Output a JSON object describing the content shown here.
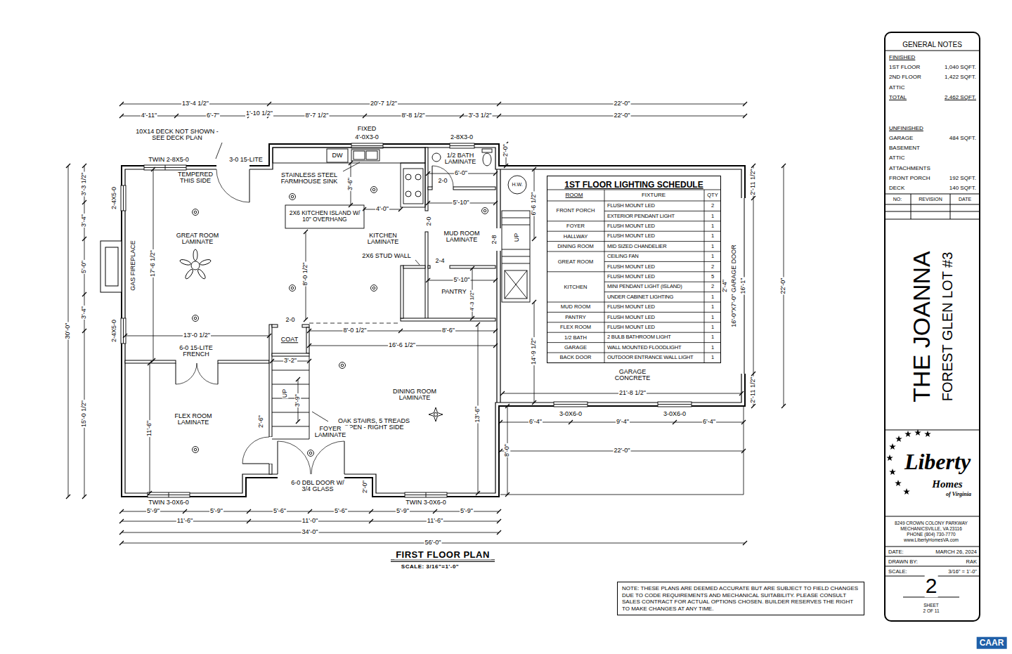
{
  "diagram": {
    "title": "FIRST FLOOR PLAN",
    "caption": "SCALE: 3/16\"=1'-0\"",
    "nodes": [
      {
        "text": [
          "1ST FLOOR LIGHTING SCHEDULE"
        ]
      },
      {
        "text": [
          "GENERAL NOTES"
        ]
      },
      {
        "text": [
          "NOTE: THESE PLANS ARE DEEMED ACCURATE BUT ARE SUBJECT TO FIELD CHANGES DUE TO CODE REQUIREMENTS AND MECHANICAL SUITABILITY. PLEASE CONSULT SALES CONTRACT FOR ACTUAL OPTIONS CHOSEN. BUILDER RESERVES THE RIGHT TO MAKE CHANGES AT ANY TIME."
        ]
      }
    ],
    "labels": [
      "13'-4 1/2\"",
      "20'-7 1/2\"",
      "22'-0\"",
      "4'-11\"",
      "6'-7\"",
      "1'-10 1/2\"",
      "8'-7 1/2\"",
      "8'-8 1/2\"",
      "3'-3 1/2\"",
      "22'-0\"",
      "10X14 DECK NOT SHOWN - SEE DECK PLAN",
      "FIXED",
      "4'-0X3-0",
      "2-8X3-0",
      "2'-0\"",
      "TWIN 2-8X5-0",
      "3-0 15-LITE",
      "DW",
      "1/2 BATH LAMINATE",
      "TEMPERED THIS SIDE",
      "STAINLESS STEEL FARMHOUSE SINK",
      "6'-0\"",
      "2-0",
      "3'-6\"",
      "H.W.",
      "2'-11 1/2\"",
      "3'-3 1/2\"",
      "2-4X5-0",
      "3'-4\"",
      "2X6 KITCHEN ISLAND W/ 10\" OVERHANG",
      "4'-0\"",
      "5'-10\"",
      "6'-6 1/2\"",
      "GREAT ROOM LAMINATE",
      "KITCHEN LAMINATE",
      "MUD ROOM LAMINATE",
      "2-8",
      "UP",
      "2-0",
      "GAS FIREPLACE",
      "17'-6 1/2\"",
      "5'-0\"",
      "2X6 STUD WALL",
      "2-4",
      "8'-0 1/2\"",
      "5'-10\"",
      "PANTRY",
      "4'-3 1/2\"",
      "3'-4\"",
      "2-4X5-0",
      "2-0",
      "COAT",
      "8'-0 1/2\"",
      "8'-6\"",
      "16'-6 1/2\"",
      "13'-0 1/2\"",
      "6-0 15-LITE FRENCH",
      "3'-2\"",
      "14'-9 1/2\"",
      "2'-4\"",
      "16'-0\"X7'-0\" GARAGE DOOR",
      "16'-1\"",
      "22'-0\"",
      "30'-0\"",
      "GARAGE CONCRETE",
      "DINING ROOM LAMINATE",
      "UP",
      "3'-9\"",
      "21'-8 1/2\"",
      "2'-11 1/2\"",
      "3-0X6-0",
      "3-0X6-0",
      "FLEX ROOM LAMINATE",
      "OAK STAIRS, 5 TREADS OPEN - RIGHT SIDE",
      "6'-4\"",
      "9'-4\"",
      "6'-4\"",
      "11'-6\"",
      "13'-6\"",
      "15'-0 1/2\"",
      "22'-0\"",
      "2'-6\"",
      "FOYER LAMINATE",
      "8'-0\"",
      "6-0 DBL DOOR W/ 3/4 GLASS",
      "2'-0\"",
      "TWIN 3-0X6-0",
      "TWIN 3-0X6-0",
      "5'-9\"",
      "5'-9\"",
      "5'-6\"",
      "5'-6\"",
      "5'-9\"",
      "5'-9\"",
      "11'-6\"",
      "11'-0\"",
      "11'-6\"",
      "34'-0\"",
      "56'-0\"",
      "ROOM",
      "FIXTURE",
      "QTY",
      "FRONT PORCH",
      "FOYER",
      "HALLWAY",
      "DINING ROOM",
      "GREAT ROOM",
      "KITCHEN",
      "MUD ROOM",
      "PANTRY",
      "FLEX ROOM",
      "1/2 BATH",
      "GARAGE",
      "BACK DOOR",
      "FLUSH MOUNT LED",
      "2",
      "EXTERIOR PENDANT LIGHT",
      "1",
      "FLUSH MOUNT LED",
      "1",
      "FLUSH MOUNT LED",
      "1",
      "MID SIZED CHANDELIER",
      "1",
      "CEILING FAN",
      "1",
      "FLUSH MOUNT LED",
      "2",
      "FLUSH MOUNT LED",
      "5",
      "MINI PENDANT LIGHT (ISLAND)",
      "2",
      "UNDER CABINET LIGHTING",
      "1",
      "FLUSH MOUNT LED",
      "1",
      "FLUSH MOUNT LED",
      "1",
      "FLUSH MOUNT LED",
      "1",
      "2 BULB BATHROOM LIGHT",
      "1",
      "WALL MOUNTED FLOODLIGHT",
      "1",
      "OUTDOOR ENTRANCE WALL LIGHT",
      "1",
      "FINISHED",
      "1ST FLOOR",
      "1,040 SQFT.",
      "2ND FLOOR",
      "1,422 SQFT.",
      "ATTIC",
      "TOTAL",
      "2,462 SQFT.",
      "UNFINISHED",
      "GARAGE",
      "484 SQFT.",
      "BASEMENT",
      "ATTIC",
      "ATTACHMENTS",
      "FRONT PORCH",
      "192 SQFT.",
      "DECK",
      "140 SQFT.",
      "NO:",
      "REVISION",
      "DATE",
      "THE JOANNA",
      "FOREST GLEN LOT #3",
      "Liberty",
      "Homes",
      "of Virginia",
      "8249 CROWN COLONY PARKWAY",
      "MECHANICSVILLE, VA 23116",
      "PHONE (804) 730-7770",
      "www.LibertyHomesVA.com",
      "DATE:",
      "MARCH 26, 2024",
      "DRAWN BY:",
      "RAK",
      "SCALE:",
      "3/16\" = 1'-0\"",
      "2",
      "SHEET",
      "2 OF 11",
      "CAAR"
    ]
  }
}
